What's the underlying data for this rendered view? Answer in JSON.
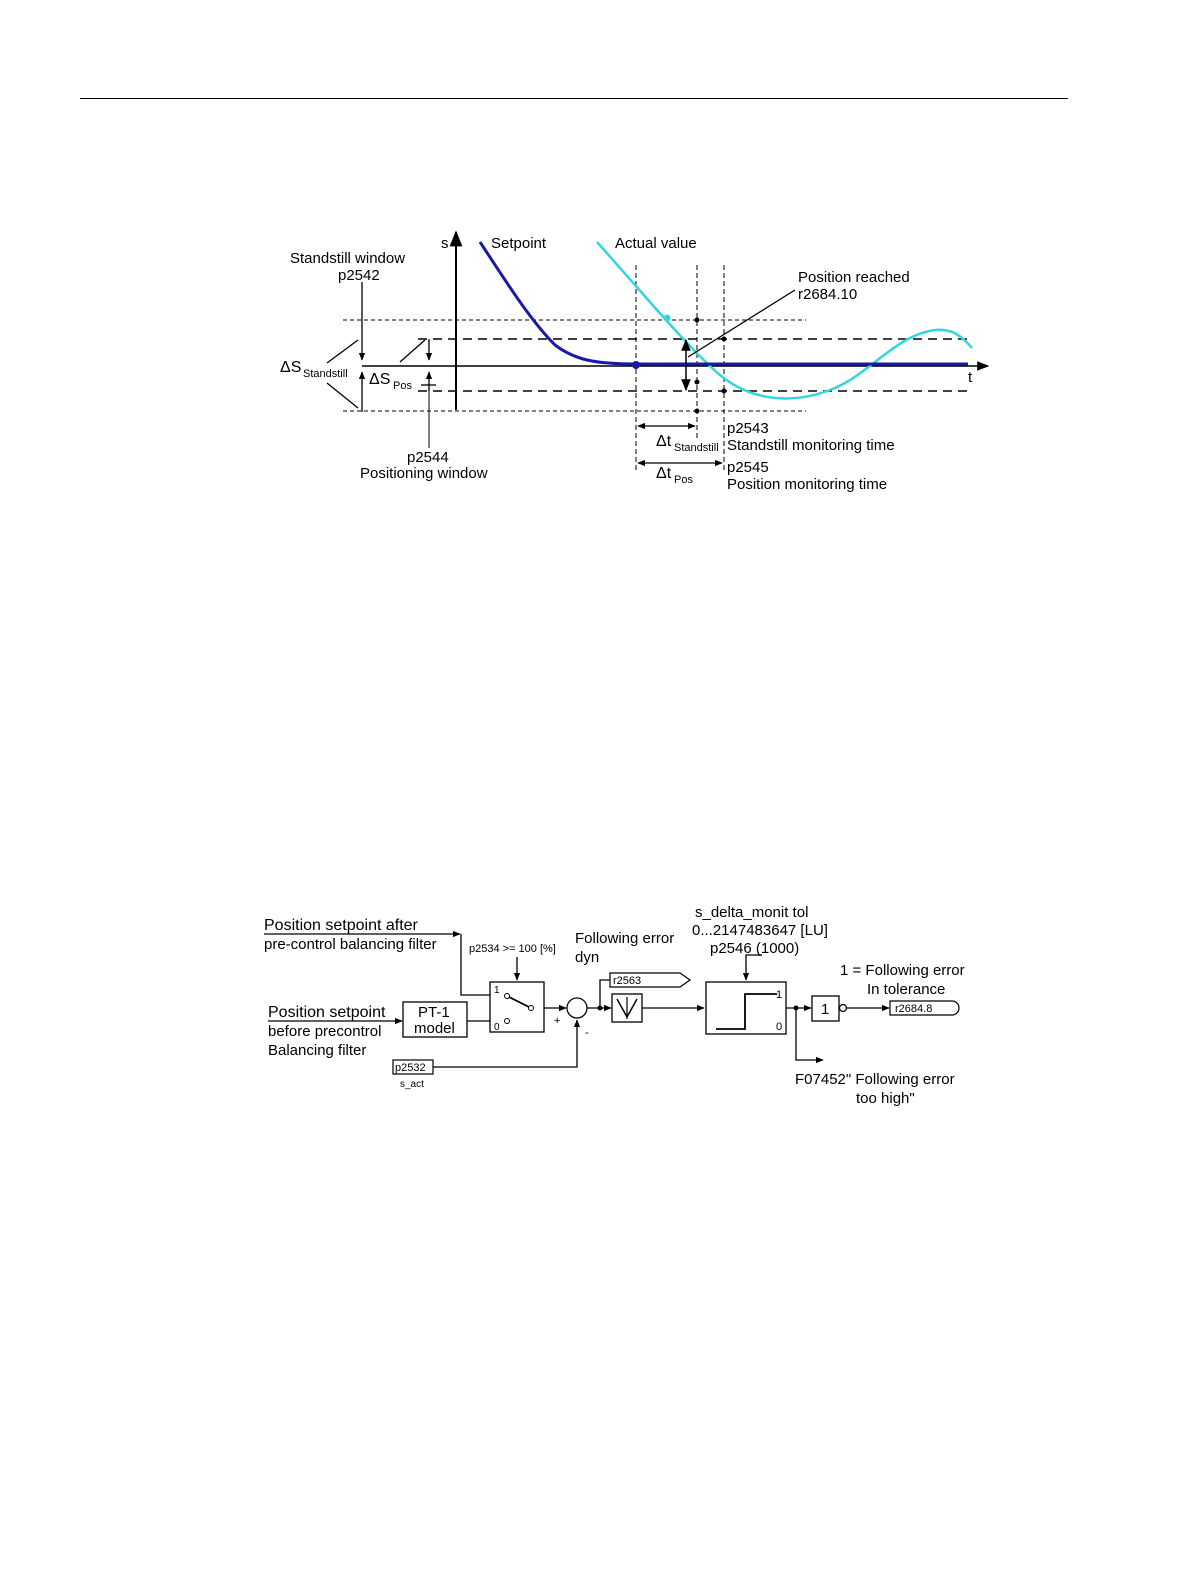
{
  "colors": {
    "setpoint": "#1a1aa8",
    "actual": "#33d6dc",
    "line": "#000000",
    "page": "#ffffff"
  },
  "figure1": {
    "axis_s": "s",
    "axis_t": "t",
    "setpoint_label": "Setpoint",
    "actual_label": "Actual value",
    "standstill_window_title": "Standstill window",
    "standstill_window_param": "p2542",
    "delta_s_standstill": "ΔS",
    "delta_s_standstill_sub": "Standstill",
    "delta_s_pos": "ΔS",
    "delta_s_pos_sub": "Pos",
    "positioning_window_param": "p2544",
    "positioning_window_title": "Positioning window",
    "position_reached_title": "Position reached",
    "position_reached_param": "r2684.10",
    "delta_t_standstill": "Δt",
    "delta_t_standstill_sub": "Standstill",
    "delta_t_pos": "Δt",
    "delta_t_pos_sub": "Pos",
    "standstill_time_param": "p2543",
    "standstill_time_title": "Standstill monitoring time",
    "position_time_param": "p2545",
    "position_time_title": "Position monitoring time"
  },
  "figure2": {
    "input1_line1": "Position setpoint after",
    "input1_line2": "pre-control balancing filter",
    "input2_line1": "Position setpoint",
    "input2_line2": "before precontrol",
    "input2_line3": "Balancing filter",
    "pt1_line1": "PT-1",
    "pt1_line2": "model",
    "switch_condition": "p2534 >= 100 [%]",
    "switch_1": "1",
    "switch_0": "0",
    "plus_sign": "+",
    "minus_sign": "-",
    "following_error_line1": "Following error",
    "following_error_line2": "dyn",
    "r2563": "r2563",
    "p2532": "p2532",
    "s_act": "s_act",
    "tol_line1": "s_delta_monit tol",
    "tol_line2": "0...2147483647 [LU]",
    "tol_line3": "p2546 (1000)",
    "comp_1": "1",
    "comp_0": "0",
    "not_gate": "1",
    "out_line1": "1 = Following error",
    "out_line2": "In tolerance",
    "r2684_8": "r2684.8",
    "fault_line1": "F07452\" Following error",
    "fault_line2": "too high\""
  }
}
